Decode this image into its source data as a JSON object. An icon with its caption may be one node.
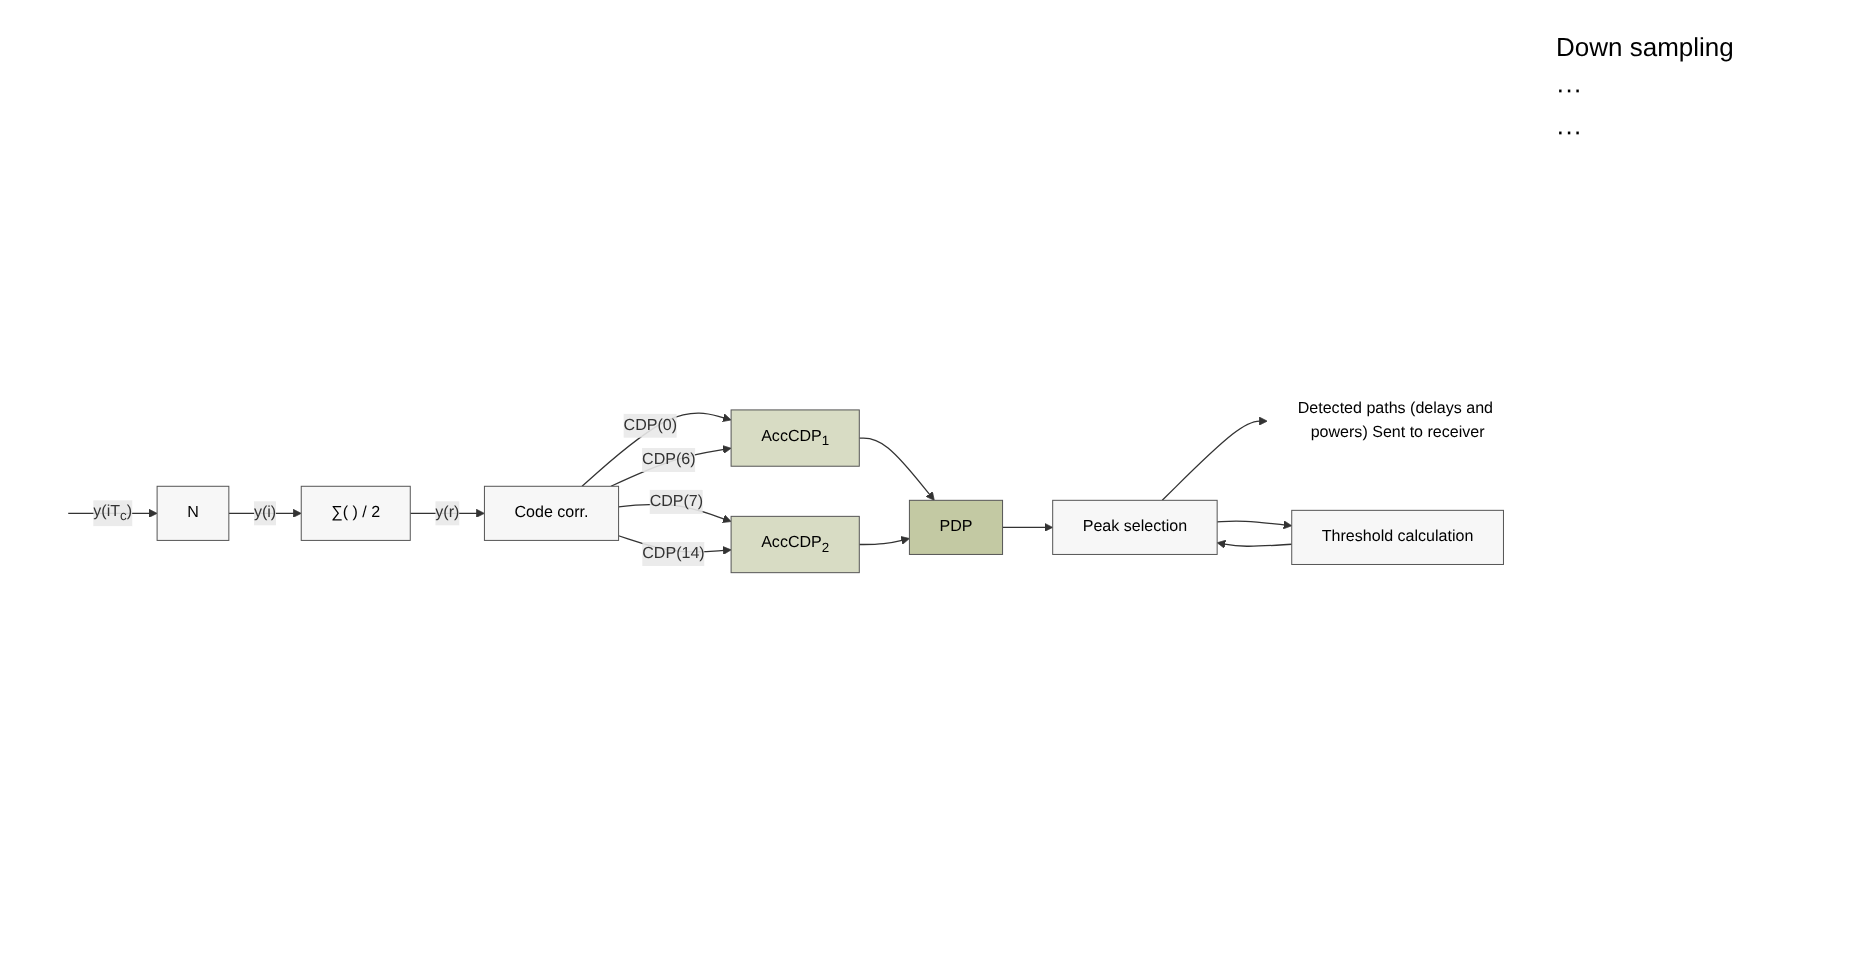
{
  "diagram": {
    "nodes": [
      {
        "text": [
          "N"
        ]
      },
      {
        "text": [
          "∑( ) / 2"
        ]
      },
      {
        "text": [
          "Code corr."
        ]
      },
      {
        "text": [
          "AccCDP$_{1}$"
        ]
      },
      {
        "text": [
          "AccCDP$_{2}$"
        ]
      },
      {
        "text": [
          "PDP"
        ]
      },
      {
        "text": [
          "Threshold calculation"
        ]
      },
      {
        "text": [
          "Peak selection"
        ]
      },
      {
        "text": [
          "Detected paths (delays and powers) Sent to receiver"
        ]
      }
    ],
    "edges": [
      {
        "from": null,
        "to": 0,
        "arrow": "to",
        "label": "y(iT$_{c}$)"
      },
      {
        "from": 0,
        "to": 1,
        "arrow": "to",
        "label": "y(i)"
      },
      {
        "from": 1,
        "to": 2,
        "arrow": "to",
        "label": "y(r)"
      },
      {
        "from": 2,
        "to": 3,
        "arrow": "to",
        "label": "CDP(0)"
      },
      {
        "from": 2,
        "to": 3,
        "arrow": "to",
        "label": "CDP(6)"
      },
      {
        "from": 2,
        "to": 4,
        "arrow": "to",
        "label": "CDP(7)"
      },
      {
        "from": 2,
        "to": 4,
        "arrow": "to",
        "label": "CDP(14)"
      },
      {
        "from": 3,
        "to": 5,
        "arrow": "to"
      },
      {
        "from": 4,
        "to": 5,
        "arrow": "to"
      },
      {
        "from": 5,
        "to": 7,
        "arrow": "to"
      },
      {
        "from": 6,
        "to": 7,
        "arrow": "to"
      },
      {
        "from": 7,
        "to": 8,
        "arrow": "to"
      },
      {
        "from": 7,
        "to": 6,
        "arrow": "to"
      }
    ],
    "labels": [
      "Down sampling",
      "···",
      "···"
    ]
  }
}
